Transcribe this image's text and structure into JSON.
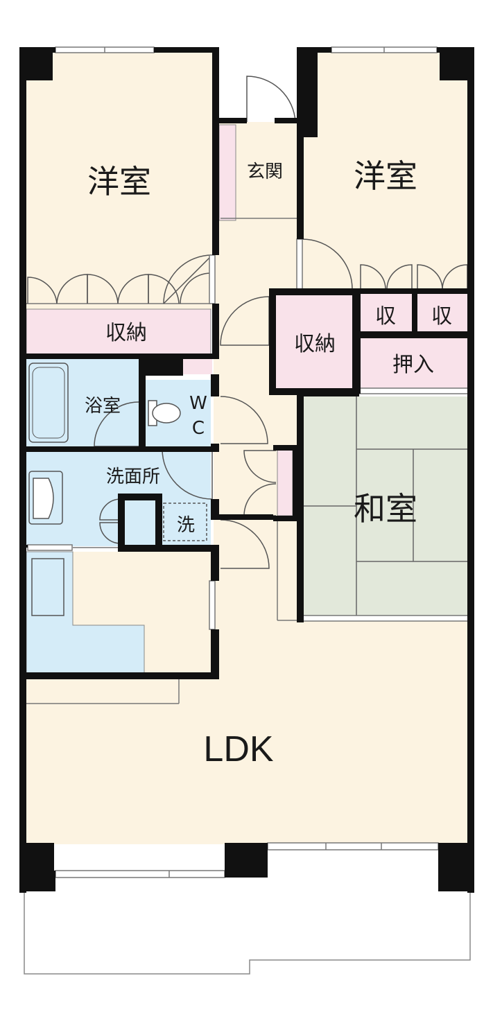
{
  "rooms": {
    "western_left": "洋室",
    "western_right": "洋室",
    "entrance": "玄関",
    "storage_left": "収納",
    "storage_center": "収納",
    "storage_small_1": "収",
    "storage_small_2": "収",
    "closet": "押入",
    "bathroom": "浴室",
    "wc_line1": "W",
    "wc_line2": "C",
    "washroom": "洗面所",
    "washer": "洗",
    "japanese": "和室",
    "ldk": "LDK"
  },
  "colors": {
    "floor": "#fcf3e1",
    "storage": "#f9e2ea",
    "wet": "#d5ecf8",
    "tatami": "#e2e8da",
    "wall": "#111111",
    "outline": "#888888"
  }
}
